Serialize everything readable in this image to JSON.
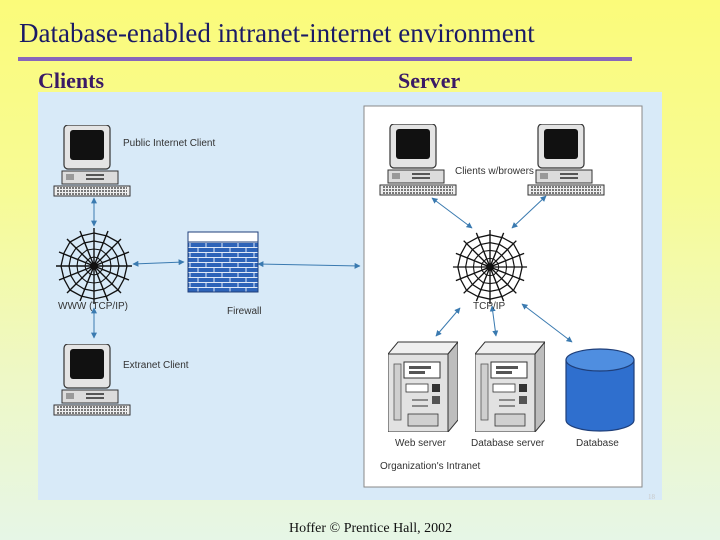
{
  "slide": {
    "title": "Database-enabled intranet-internet environment",
    "clients_heading": "Clients",
    "server_heading": "Server",
    "footer": "Hoffer © Prentice Hall, 2002",
    "slide_number": "18"
  },
  "figure": {
    "public_client_label": "Public Internet Client",
    "www_label": "WWW (TCP/IP)",
    "firewall_label": "Firewall",
    "extranet_client_label": "Extranet Client",
    "clients_browsers_label": "Clients w/browers",
    "tcpip_label": "TCP/IP",
    "web_server_label": "Web server",
    "database_server_label": "Database server",
    "database_label": "Database",
    "intranet_label": "Organization's Intranet"
  },
  "icons": {
    "computer": "desktop-computer-icon",
    "network": "spider-web-icon",
    "firewall": "brick-wall-icon",
    "server": "server-tower-icon",
    "database": "database-cylinder-icon"
  },
  "colors": {
    "title_text": "#1a1a66",
    "title_rule": "#8866bb",
    "heading_text": "#3a1a66",
    "panel_background": "#d8eaf8",
    "arrow": "#3a7ab0",
    "firewall": "#2d63b8"
  }
}
